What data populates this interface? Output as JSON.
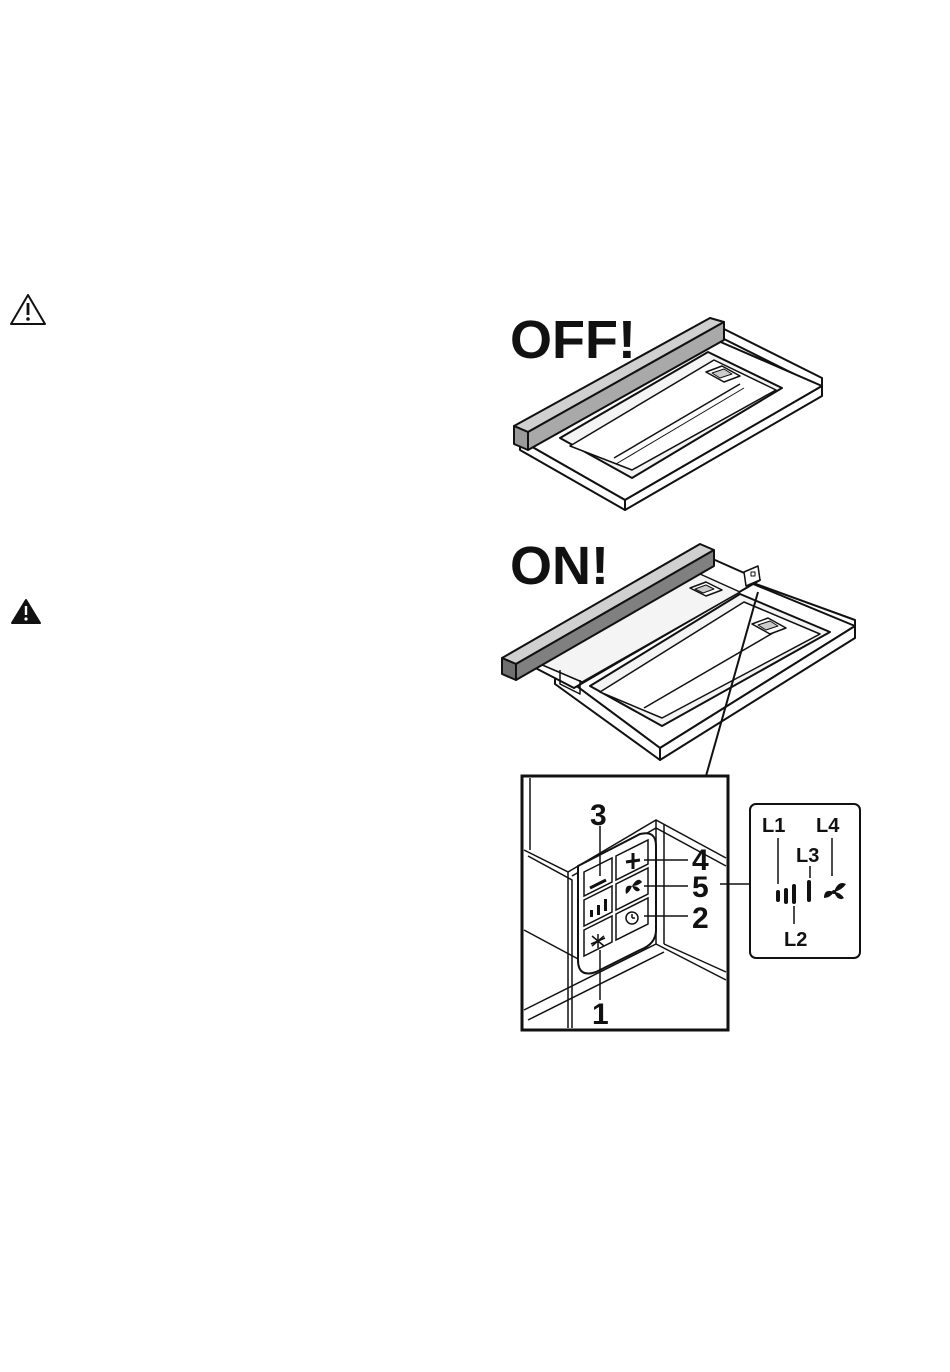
{
  "labels": {
    "off": "OFF!",
    "on": "ON!",
    "callout_1": "1",
    "callout_2": "2",
    "callout_3": "3",
    "callout_4": "4",
    "callout_5": "5",
    "level_1": "L1",
    "level_2": "L2",
    "level_3": "L3",
    "level_4": "L4"
  },
  "icons": {
    "caution": "warning-outline-icon",
    "warning": "warning-filled-icon",
    "light": "light-icon",
    "fan_plus": "fan-plus-icon",
    "fan_minus": "fan-minus-icon",
    "fan_speed": "fan-speed-icon",
    "timer": "timer-icon",
    "fan": "fan-icon"
  },
  "colors": {
    "ink": "#111111",
    "rail": "#a9a9a9",
    "rail_dark": "#707070",
    "paper": "#ffffff"
  }
}
